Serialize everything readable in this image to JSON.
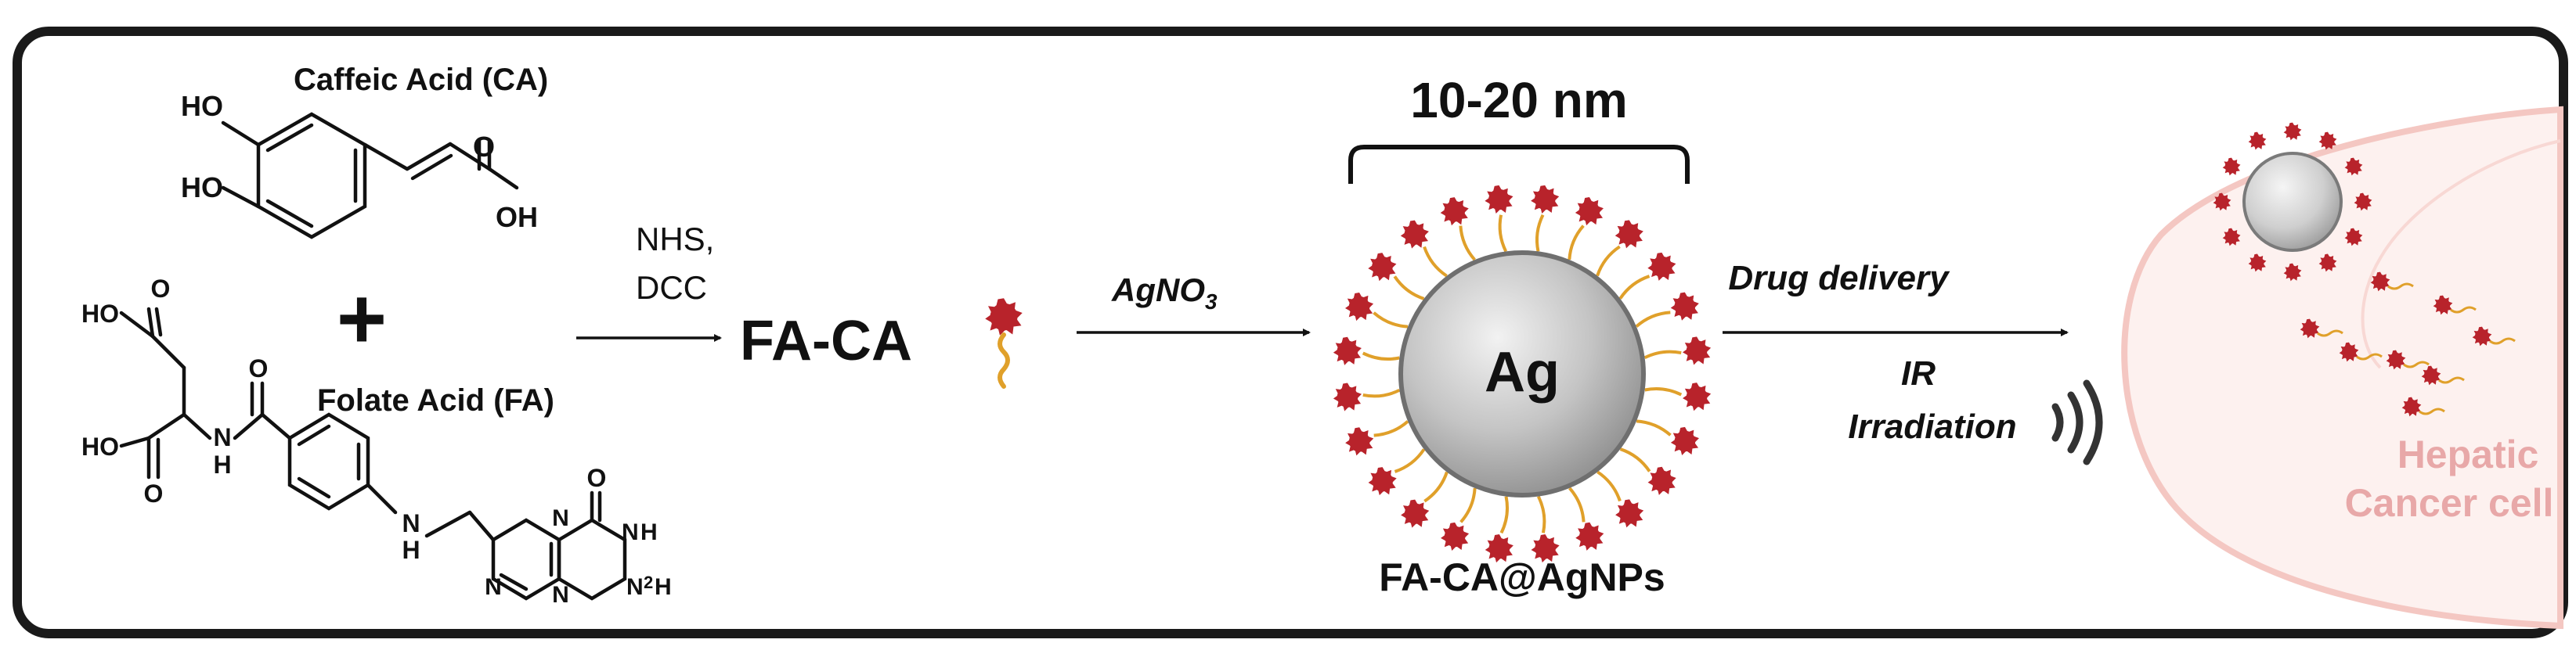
{
  "molecules": {
    "caffeic_acid": {
      "name": "Caffeic Acid (CA)",
      "atoms": [
        "HO",
        "HO",
        "O",
        "OH"
      ]
    },
    "plus": "+",
    "folate_acid": {
      "name": "Folate Acid (FA)",
      "atoms": [
        "HO",
        "O",
        "HO",
        "O",
        "N",
        "H",
        "O",
        "N",
        "H",
        "N",
        "O",
        "N",
        "H",
        "N",
        "N",
        "N",
        "2",
        "H"
      ]
    }
  },
  "steps": {
    "reagent_line1": "NHS,",
    "reagent_line2": "DCC",
    "product": "FA-CA",
    "step2_reagent": "AgNO",
    "step2_subscript": "3",
    "step3_line1": "Drug delivery",
    "step3_line2": "IR",
    "step3_line3": "Irradiation"
  },
  "nanoparticle": {
    "size": "10-20 nm",
    "core": "Ag",
    "name": "FA-CA@AgNPs"
  },
  "cell": {
    "line1": "Hepatic",
    "line2": "Cancer cell"
  },
  "colors": {
    "ligand_red": "#b8232b",
    "linker_orange": "#e0a02a",
    "core_gray": "#c8c8c8",
    "cell_pink": "#f5c9c4",
    "cell_text": "#e8a8a8",
    "frame": "#1a1a1a"
  },
  "icons": [
    "ligand-icon",
    "ir-wave-icon"
  ]
}
